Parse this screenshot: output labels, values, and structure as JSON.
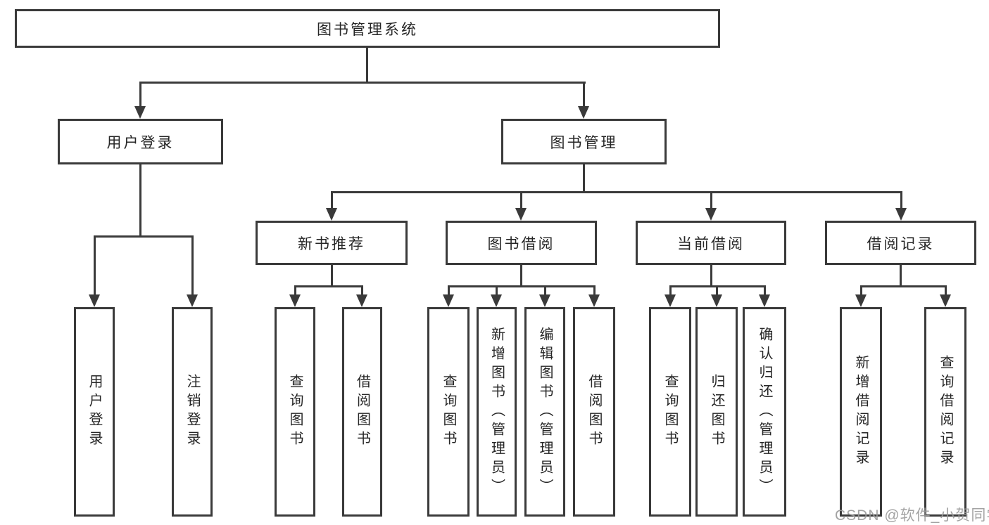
{
  "tree": {
    "root": "图书管理系统",
    "level2": {
      "user_login": "用户登录",
      "book_mgmt": "图书管理"
    },
    "level3": {
      "new_books": "新书推荐",
      "book_borrow": "图书借阅",
      "current_borrow": "当前借阅",
      "borrow_records": "借阅记录"
    },
    "leaves": {
      "g1": [
        "用户登录",
        "注销登录"
      ],
      "g2": [
        "查询图书",
        "借阅图书"
      ],
      "g3": [
        "查询图书",
        "新增图书（管理员）",
        "编辑图书（管理员）",
        "借阅图书"
      ],
      "g4": [
        "查询图书",
        "归还图书",
        "确认归还（管理员）"
      ],
      "g5": [
        "新增借阅记录",
        "查询借阅记录"
      ]
    }
  },
  "watermark": "CSDN @软件_小贺同学",
  "colors": {
    "line": "#3a3a3a",
    "text": "#262626",
    "watermark": "#9a9a9a",
    "background": "#ffffff"
  }
}
